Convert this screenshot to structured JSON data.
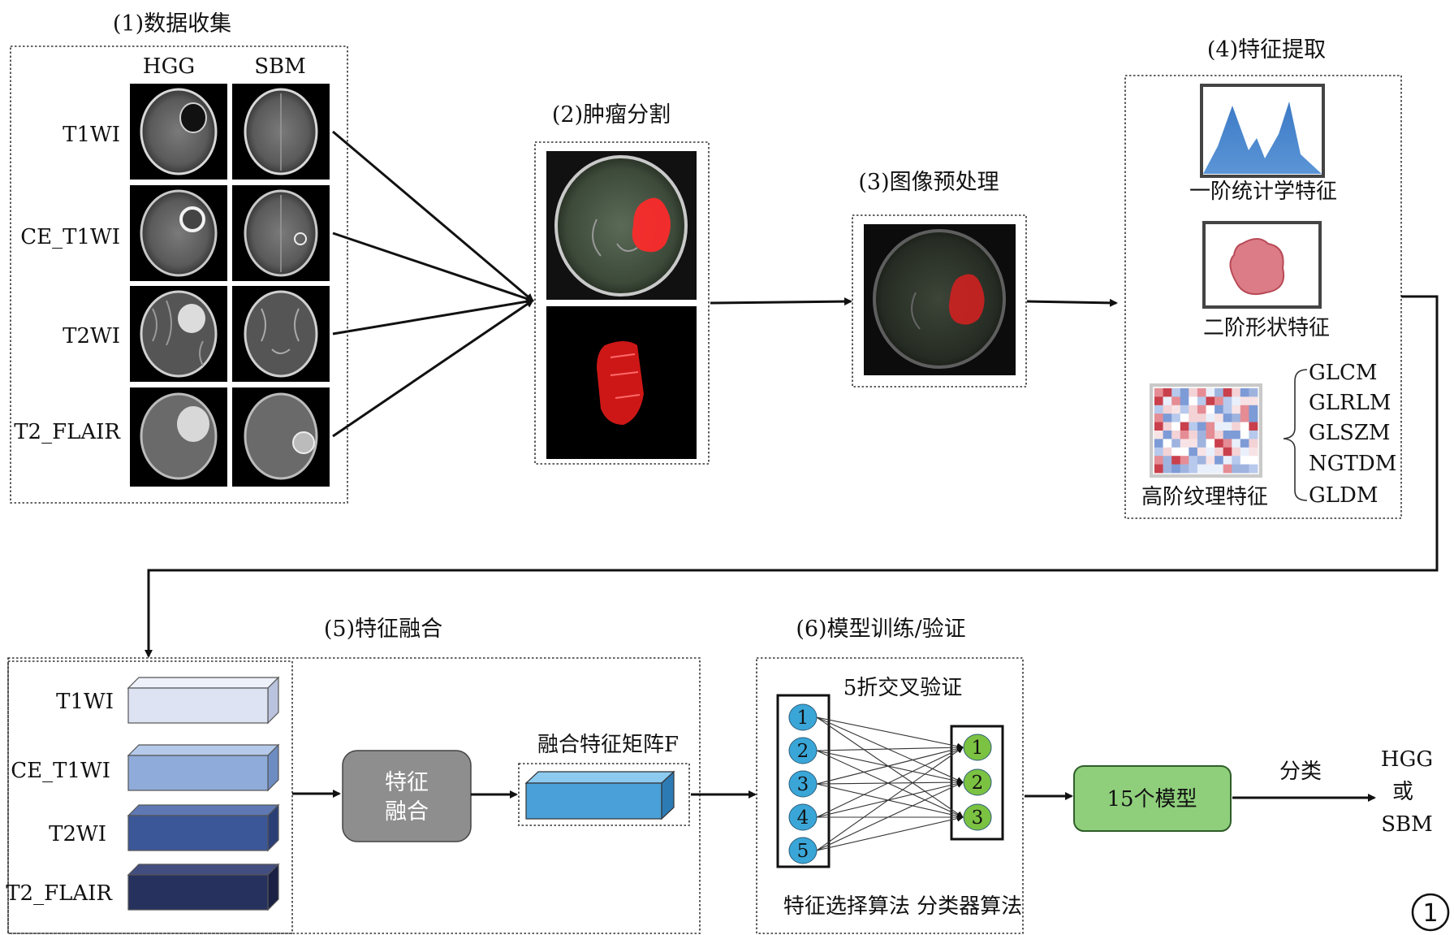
{
  "step1": {
    "title": "(1)数据收集",
    "col_hgg": "HGG",
    "col_sbm": "SBM",
    "rows": [
      "T1WI",
      "CE_T1WI",
      "T2WI",
      "T2_FLAIR"
    ]
  },
  "step2": {
    "title": "(2)肿瘤分割"
  },
  "step3": {
    "title": "(3)图像预处理"
  },
  "step4": {
    "title": "(4)特征提取",
    "first_order": "一阶统计学特征",
    "shape": "二阶形状特征",
    "texture": "高阶纹理特征",
    "texture_items": [
      "GLCM",
      "GLRLM",
      "GLSZM",
      "NGTDM",
      "GLDM"
    ]
  },
  "step5": {
    "title": "(5)特征融合",
    "rows": [
      "T1WI",
      "CE_T1WI",
      "T2WI",
      "T2_FLAIR"
    ],
    "fusion_line1": "特征",
    "fusion_line2": "融合",
    "matrix_label": "融合特征矩阵F"
  },
  "step6": {
    "title": "(6)模型训练/验证",
    "cv_label": "5折交叉验证",
    "left_nodes": [
      "1",
      "2",
      "3",
      "4",
      "5"
    ],
    "right_nodes": [
      "1",
      "2",
      "3"
    ],
    "bottom_label": "特征选择算法 分类器算法"
  },
  "model": {
    "label": "15个模型",
    "classify": "分类",
    "out1": "HGG",
    "out2": "或",
    "out3": "SBM"
  },
  "figure_number": "1",
  "colors": {
    "t1wi_bar": "#dde3f3",
    "ce_t1wi_bar": "#8fabd9",
    "t2wi_bar": "#3c5798",
    "t2flair_bar": "#27315e",
    "fusion_box": "#8e8e8e",
    "matrix_bar": "#4aa0d8",
    "left_node": "#3aa6d8",
    "right_node": "#7cc242",
    "model_box": "#8fcf7c",
    "tumor": "#ff2a2a"
  }
}
